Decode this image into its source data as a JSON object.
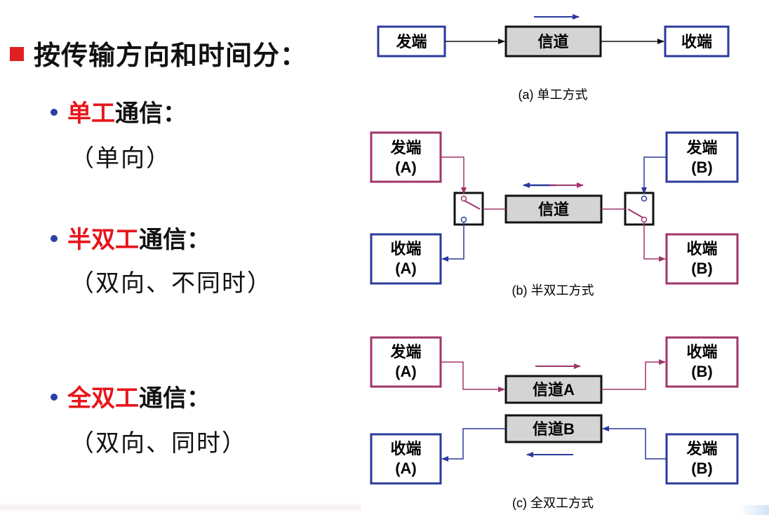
{
  "heading": "按传输方向和时间分：",
  "items": [
    {
      "red": "单工",
      "rest": "通信：",
      "sub": "（单向）"
    },
    {
      "red": "半双工",
      "rest": "通信：",
      "sub": "（双向、不同时）"
    },
    {
      "red": "全双工",
      "rest": "通信：",
      "sub": "（双向、同时）"
    }
  ],
  "diagram": {
    "send": "发端",
    "recv": "收端",
    "channel": "信道",
    "channel_a": "信道A",
    "channel_b": "信道B",
    "tag_a": "(A)",
    "tag_b": "(B)",
    "caption_a": "(a) 单工方式",
    "caption_b": "(b) 半双工方式",
    "caption_c": "(c) 全双工方式"
  },
  "colors": {
    "red": "#e8141b",
    "blue": "#2b3a9c",
    "purple": "#a0366a",
    "channel_fill": "#d4d4d4"
  }
}
